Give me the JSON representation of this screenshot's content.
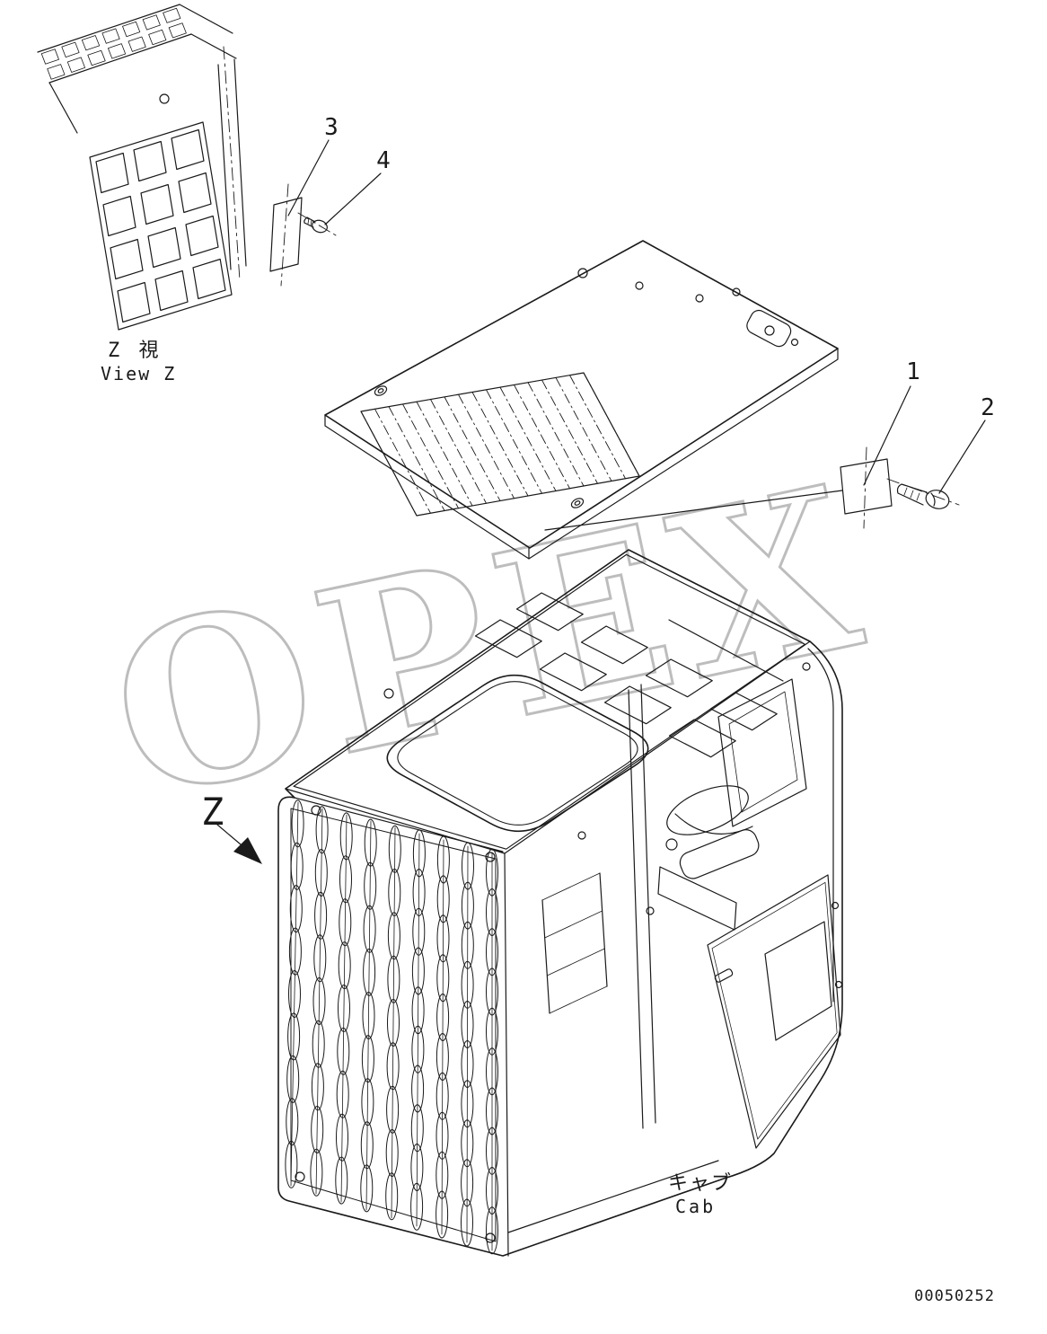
{
  "page": {
    "background": "#ffffff",
    "line_color": "#1a1a1a",
    "watermark_color": "#a8a8a8"
  },
  "watermark": {
    "text": "OPEX"
  },
  "detail_view": {
    "title_jp": "Z  視",
    "title_en": "View Z"
  },
  "view_marker": {
    "label": "Z"
  },
  "cab_label": {
    "jp": "キャブ",
    "en": "Cab"
  },
  "callouts": [
    {
      "number": "1"
    },
    {
      "number": "2"
    },
    {
      "number": "3"
    },
    {
      "number": "4"
    }
  ],
  "drawing_number": "00050252"
}
